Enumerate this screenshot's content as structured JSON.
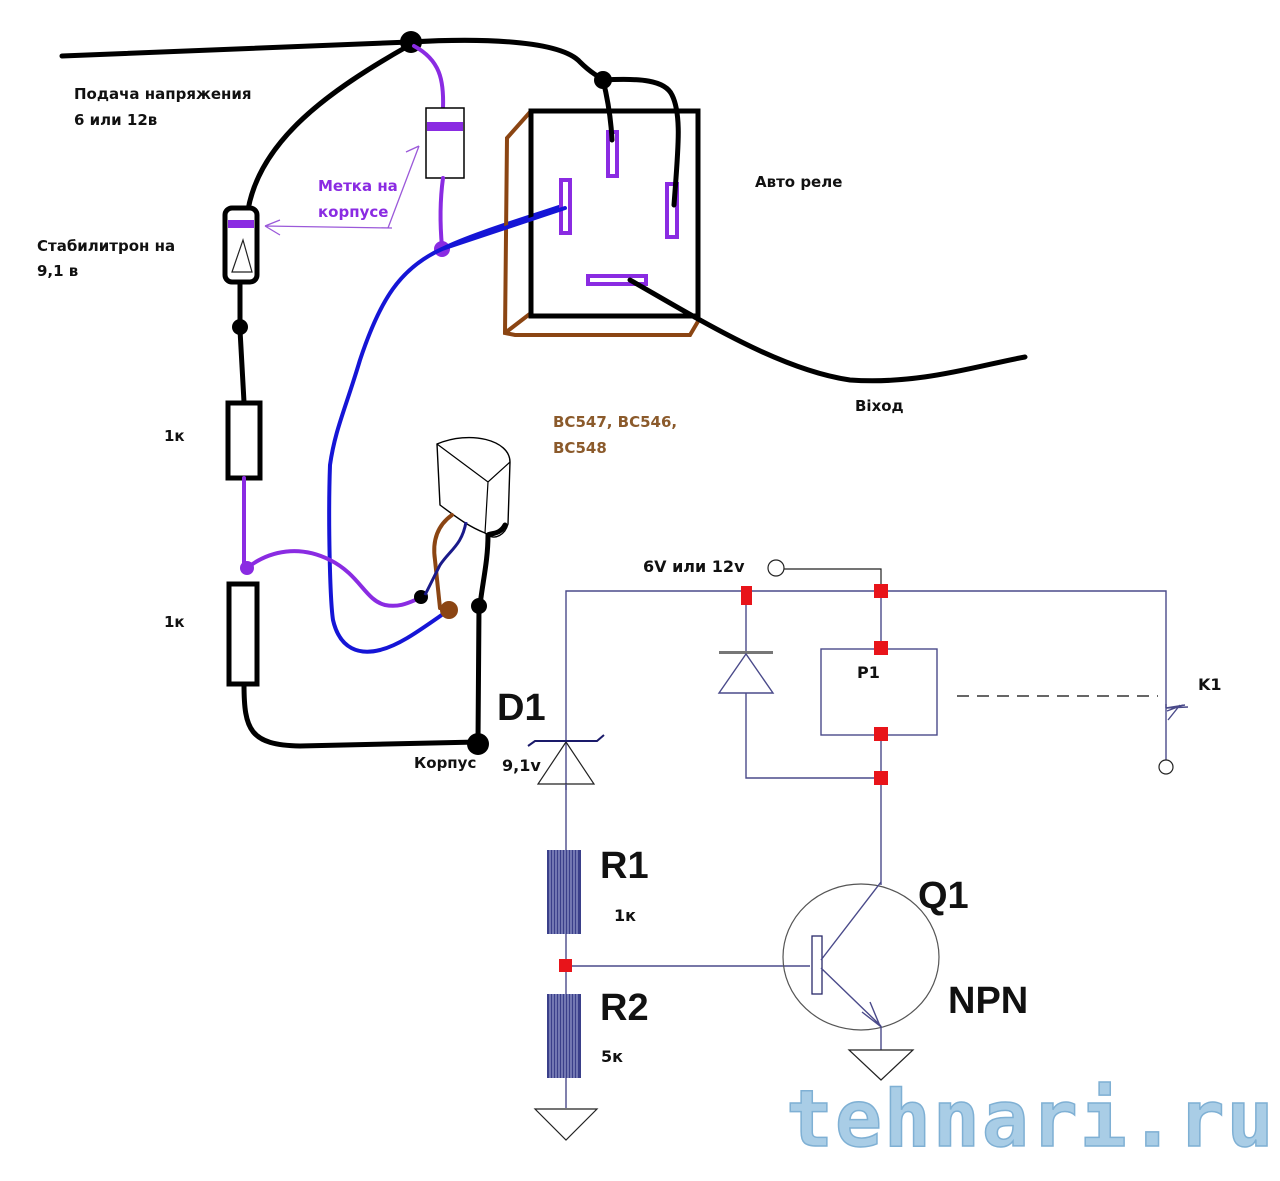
{
  "wiring_diagram": {
    "supply_label_line1": "Подача напряжения",
    "supply_label_line2": "6 или 12в",
    "zener_label_line1": "Стабилитрон на",
    "zener_label_line2": "9,1 в",
    "mark_label_line1": "Метка на",
    "mark_label_line2": "корпусе",
    "relay_label": "Авто реле",
    "input_label": "Віход",
    "transistor_models_line1": "BC547,  BC546,",
    "transistor_models_line2": "BC548",
    "resistor_top_label": "1к",
    "resistor_bottom_label": "1к",
    "ground_label": "Корпус"
  },
  "schematic": {
    "supply_label": "6V  или  12v",
    "relay_label": "P1",
    "contact_label": "K1",
    "diode_label": "D1",
    "diode_value": "9,1v",
    "r1_label": "R1",
    "r1_value": "1к",
    "r2_label": "R2",
    "r2_value": "5к",
    "transistor_label": "Q1",
    "transistor_type": "NPN"
  },
  "watermark": "tehnari.ru",
  "colors": {
    "wire_black": "#000000",
    "wire_purple": "#8a2be2",
    "wire_blue": "#1515d6",
    "wire_brown": "#8b4513",
    "node_red": "#e8141a",
    "watermark": "#a9cde6"
  }
}
